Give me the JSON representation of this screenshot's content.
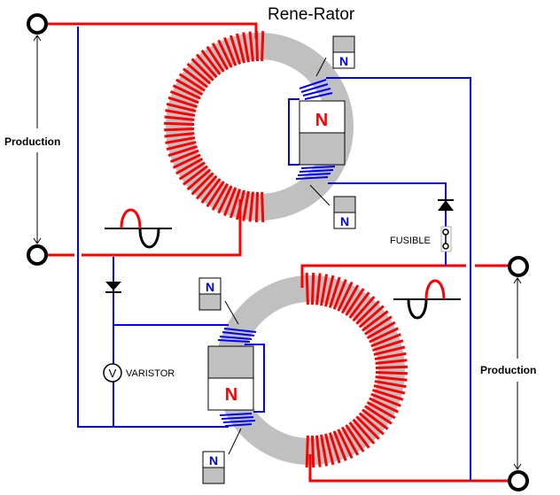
{
  "title": "Rene-Rator",
  "labels": {
    "production_left": "Production",
    "production_right": "Production",
    "varistor": "VARISTOR",
    "varistor_symbol": "V",
    "fusible": "FUSIBLE"
  },
  "magnets": {
    "pole_label": "N",
    "small_pole_label": "N"
  },
  "colors": {
    "winding_red": "#ff0000",
    "wire_blue": "#0000ff",
    "core_gray": "#c0c0c0",
    "wire_black": "#000000"
  }
}
